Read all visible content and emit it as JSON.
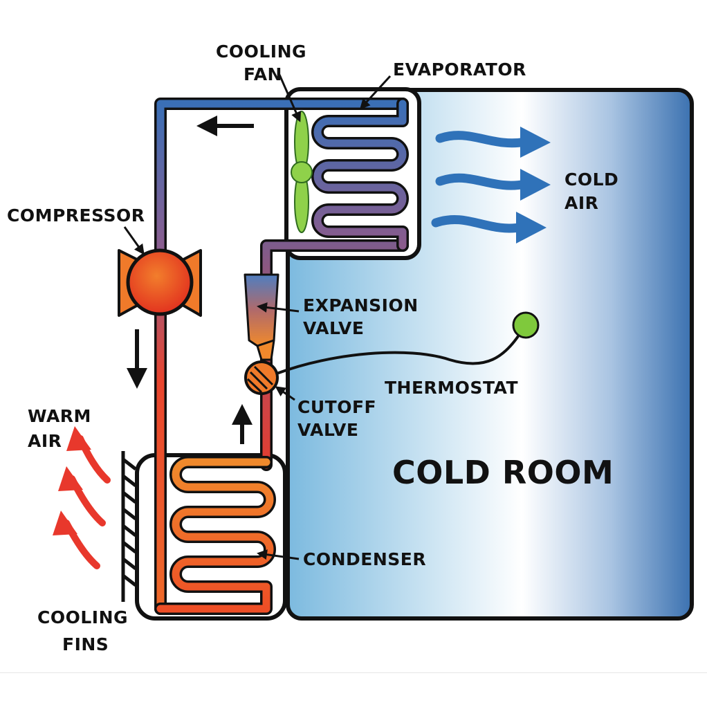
{
  "labels": {
    "cooling_fan": [
      "COOLING",
      "FAN"
    ],
    "evaporator": "EVAPORATOR",
    "cold_air": [
      "COLD",
      "AIR"
    ],
    "compressor": "COMPRESSOR",
    "expansion_valve": [
      "EXPANSION",
      "VALVE"
    ],
    "thermostat": "THERMOSTAT",
    "cutoff_valve": [
      "CUTOFF",
      "VALVE"
    ],
    "warm_air": [
      "WARM",
      "AIR"
    ],
    "cold_room": "COLD ROOM",
    "condenser": "CONDENSER",
    "cooling_fins": [
      "COOLING",
      "FINS"
    ]
  },
  "colors": {
    "hot": "#e8382c",
    "warm": "#f07a28",
    "cold": "#3b6fb2",
    "room_light": "#ffffff",
    "room_mid": "#8cc3e3",
    "room_dark": "#3c76b3",
    "fan": "#8fd14a",
    "thermostat_bulb": "#7fc93c",
    "air_cold": "#2f72b9",
    "air_warm": "#e8382c"
  },
  "icons": [
    "compressor-icon",
    "cooling-fan-icon",
    "expansion-valve-icon",
    "cutoff-valve-icon",
    "thermostat-bulb-icon",
    "cooling-fins-icon"
  ]
}
